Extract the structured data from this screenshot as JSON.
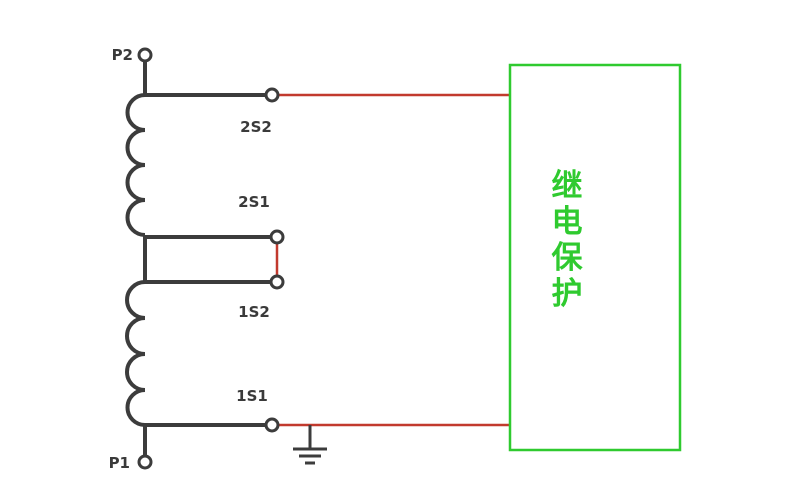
{
  "diagram": {
    "type": "circuit-schematic",
    "description": "Current transformer with two secondary windings connected in series to a relay protection device",
    "terminals": {
      "p2": "P2",
      "p1": "P1",
      "s22": "2S2",
      "s21": "2S1",
      "s12": "1S2",
      "s11": "1S1"
    },
    "relay_box": {
      "label": "继电保护",
      "chars": [
        "继",
        "电",
        "保",
        "护"
      ]
    },
    "colors": {
      "wire_dark": "#3c3c3c",
      "wire_red": "#c23a2e",
      "green": "#2fca2f",
      "label_text": "#3a3a3a",
      "background": "#ffffff"
    }
  }
}
